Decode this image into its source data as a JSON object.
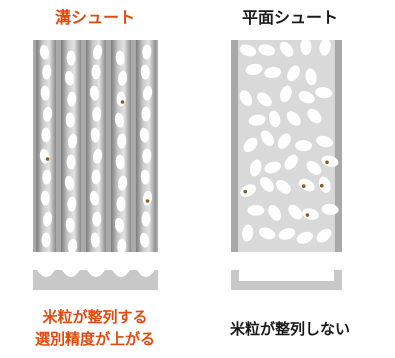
{
  "groove_chute": {
    "title": "溝シュート",
    "caption_line1": "米粒が整列する",
    "caption_line2": "選別精度が上がる"
  },
  "flat_chute": {
    "title": "平面シュート",
    "caption": "米粒が整列しない"
  },
  "colors": {
    "accent": "#e24a0e",
    "chute_gray": "#9c9c9c",
    "chute_light": "#d4d4d4",
    "grain": "#ffffff",
    "defect_spot": "#8a5a1e"
  }
}
